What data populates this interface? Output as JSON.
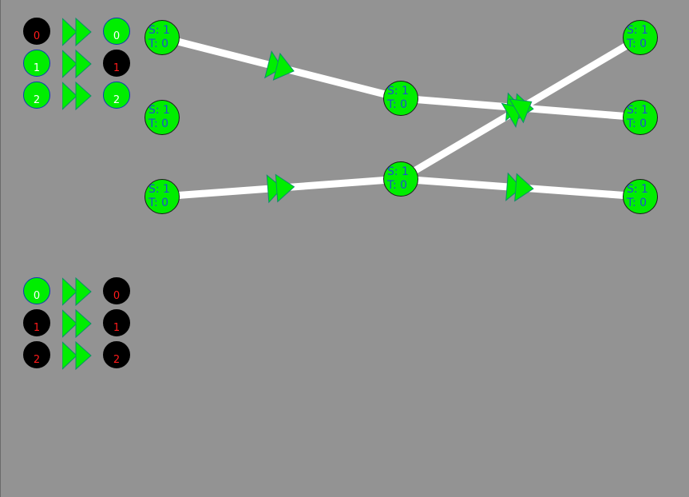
{
  "colors": {
    "background": "#939393",
    "active": "#00ee00",
    "inactive": "#000000",
    "edge": "#ffffff",
    "node_text": "#1f4fd0",
    "active_index_text": "#ffffff",
    "inactive_index_text": "#ff1a1a"
  },
  "panels": [
    {
      "rows": [
        {
          "input": {
            "label": "0",
            "active": false
          },
          "output": {
            "label": "0",
            "active": true
          }
        },
        {
          "input": {
            "label": "1",
            "active": true
          },
          "output": {
            "label": "1",
            "active": false
          }
        },
        {
          "input": {
            "label": "2",
            "active": true
          },
          "output": {
            "label": "2",
            "active": true
          }
        }
      ]
    },
    {
      "rows": [
        {
          "input": {
            "label": "0",
            "active": true
          },
          "output": {
            "label": "0",
            "active": false
          }
        },
        {
          "input": {
            "label": "1",
            "active": false
          },
          "output": {
            "label": "1",
            "active": false
          }
        },
        {
          "input": {
            "label": "2",
            "active": false
          },
          "output": {
            "label": "2",
            "active": false
          }
        }
      ]
    }
  ],
  "nodes": [
    {
      "s": "S: 1",
      "t": "T: 0"
    },
    {
      "s": "S: 1",
      "t": "T: 0"
    },
    {
      "s": "S: 1",
      "t": "T: 0"
    },
    {
      "s": "S: 1",
      "t": "T: 0"
    },
    {
      "s": "S: 1",
      "t": "T: 0"
    },
    {
      "s": "S: 1",
      "t": "T: 0"
    },
    {
      "s": "S: 1",
      "t": "T: 0"
    },
    {
      "s": "S: 1",
      "t": "T: 0"
    }
  ],
  "edges": [
    {
      "from": 0,
      "to": 3
    },
    {
      "from": 3,
      "to": 6
    },
    {
      "from": 2,
      "to": 4
    },
    {
      "from": 4,
      "to": 5
    },
    {
      "from": 4,
      "to": 7
    }
  ]
}
